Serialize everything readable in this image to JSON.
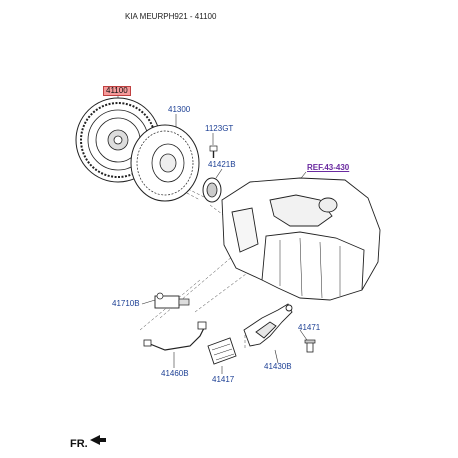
{
  "title": "KIA MEURPH921 - 41100",
  "labels": {
    "disc": "41100",
    "cover": "41300",
    "bolt": "1123GT",
    "bearing": "41421B",
    "ref": "REF.43-430",
    "cylinder": "41710B",
    "hose": "41460B",
    "pad": "41417",
    "fork": "41430B",
    "pivot": "41471"
  },
  "footer": {
    "direction": "FR."
  },
  "colors": {
    "label": "#1c3f94",
    "highlight": "#f59a9a",
    "ref": "#6a2aa0",
    "line": "#333333"
  }
}
